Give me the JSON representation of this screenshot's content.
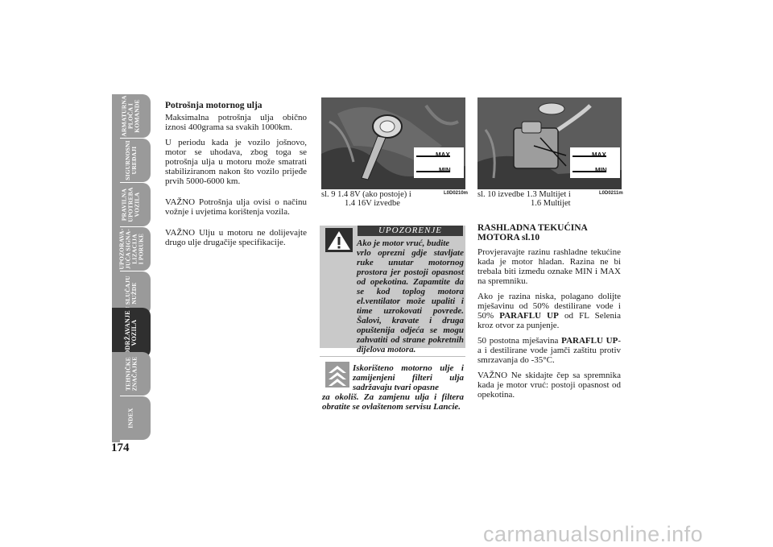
{
  "tabs": [
    {
      "label": "ARMATURNA\nPLOČA I\nKOMANDE"
    },
    {
      "label": "SIGURNOSNI\nUREĐAJI"
    },
    {
      "label": "PRAVILNA\nUPOTREBA\nVOZILA"
    },
    {
      "label": "UPOZORAVA-\nJUĆA SIGNA-\nLIZACIJA\nI PORUKE"
    },
    {
      "label": "U SLUČAJU\nNUŽDE"
    },
    {
      "label": "ODRŽAVANJE\nVOZILA"
    },
    {
      "label": "TEHNIČKE\nZNAČAJKE"
    },
    {
      "label": "INDEX"
    }
  ],
  "page_number": "174",
  "col1": {
    "heading": "Potrošnja motornog ulja",
    "p1": "Maksimalna potrošnja ulja obično iznosi 400grama sa svakih 1000km.",
    "p2": "U periodu kada je vozilo jošnovo, motor se uhodava, zbog toga se potrošnja ulja u motoru može smatrati stabiliziranom nakon što vozilo prijeđe prvih 5000-6000 km.",
    "p3": "VAŽNO Potrošnja ulja ovisi o načinu vožnje i uvjetima korištenja vozila.",
    "p4": "VAŽNO Ulju u motoru ne dolijevajte drugo ulje drugačije specifikacije."
  },
  "fig9": {
    "max_label": "MAX",
    "min_label": "MIN",
    "code": "L0D0210m",
    "caption_line1": "sl. 9   1.4  8V (ako postoje) i",
    "caption_line2": "1.4 16V izvedbe"
  },
  "fig10": {
    "max_label": "MAX",
    "min_label": "MIN",
    "code": "L0D0211m",
    "caption_line1": "sl. 10 izvedbe 1.3 Multijet i",
    "caption_line2": "1.6 Multijet"
  },
  "warning": {
    "title": "UPOZORENJE",
    "first_line": "Ako je motor vruć, budite",
    "body": "vrlo oprezni gdje stavljate ruke unutar motornog prostora jer postoji opasnost od opekotina. Zapamtite da se kod toplog motora el.ventilator može upaliti i time uzrokovati povrede. Šalovi, kravate i druga opuštenija odjeća se mogu zahvatiti od strane pokretnih dijelova motora."
  },
  "environment": {
    "first_line": "Iskorišteno motorno ulje i zamijenjeni filteri ulja sadržavaju tvari opasne",
    "rest": "za okoliš. Za zamjenu ulja i filtera obratite se ovlaštenom servisu Lancie."
  },
  "col3": {
    "heading_line1": "RASHLADNA TEKUĆINA",
    "heading_line2": "MOTORA sl.10",
    "p1": "Provjeravajte razinu rashladne tekućine kada je motor hladan. Razina ne bi trebala biti između oznake MIN i MAX na spremniku.",
    "p2_a": "Ako je razina niska, polagano dolijte mješavinu od 50% destilirane vode i 50% ",
    "p2_bold": "PARAFLU UP",
    "p2_b": " od FL Selenia kroz otvor za punjenje.",
    "p3_a": "50 postotna mješavina ",
    "p3_bold": "PARAFLU UP",
    "p3_b": "-a i destilirane vode jamči zaštitu protiv smrzavanja do -35°C.",
    "p4": "VAŽNO Ne skidajte čep sa spremnika kada je motor vruć: postoji opasnost od opekotina."
  },
  "watermark": "carmanualsonline.info"
}
